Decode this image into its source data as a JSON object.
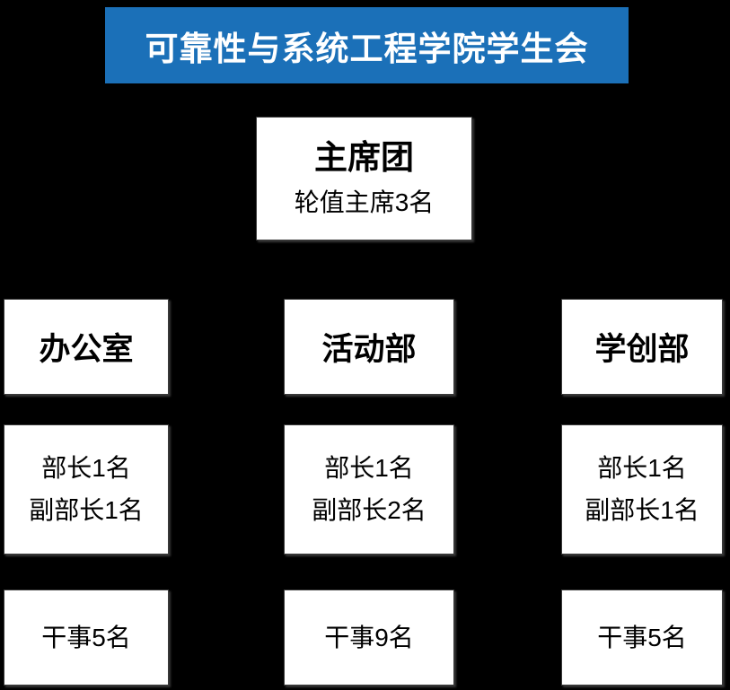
{
  "colors": {
    "background": "#000000",
    "header_bg": "#1b70b8",
    "header_text": "#ffffff",
    "box_bg": "#ffffff",
    "box_text": "#000000"
  },
  "header": {
    "title": "可靠性与系统工程学院学生会"
  },
  "presidium": {
    "title": "主席团",
    "detail": "轮值主席3名"
  },
  "departments": [
    {
      "name": "办公室",
      "leaders": [
        "部长1名",
        "副部长1名"
      ],
      "staff": "干事5名"
    },
    {
      "name": "活动部",
      "leaders": [
        "部长1名",
        "副部长2名"
      ],
      "staff": "干事9名"
    },
    {
      "name": "学创部",
      "leaders": [
        "部长1名",
        "副部长1名"
      ],
      "staff": "干事5名"
    }
  ]
}
